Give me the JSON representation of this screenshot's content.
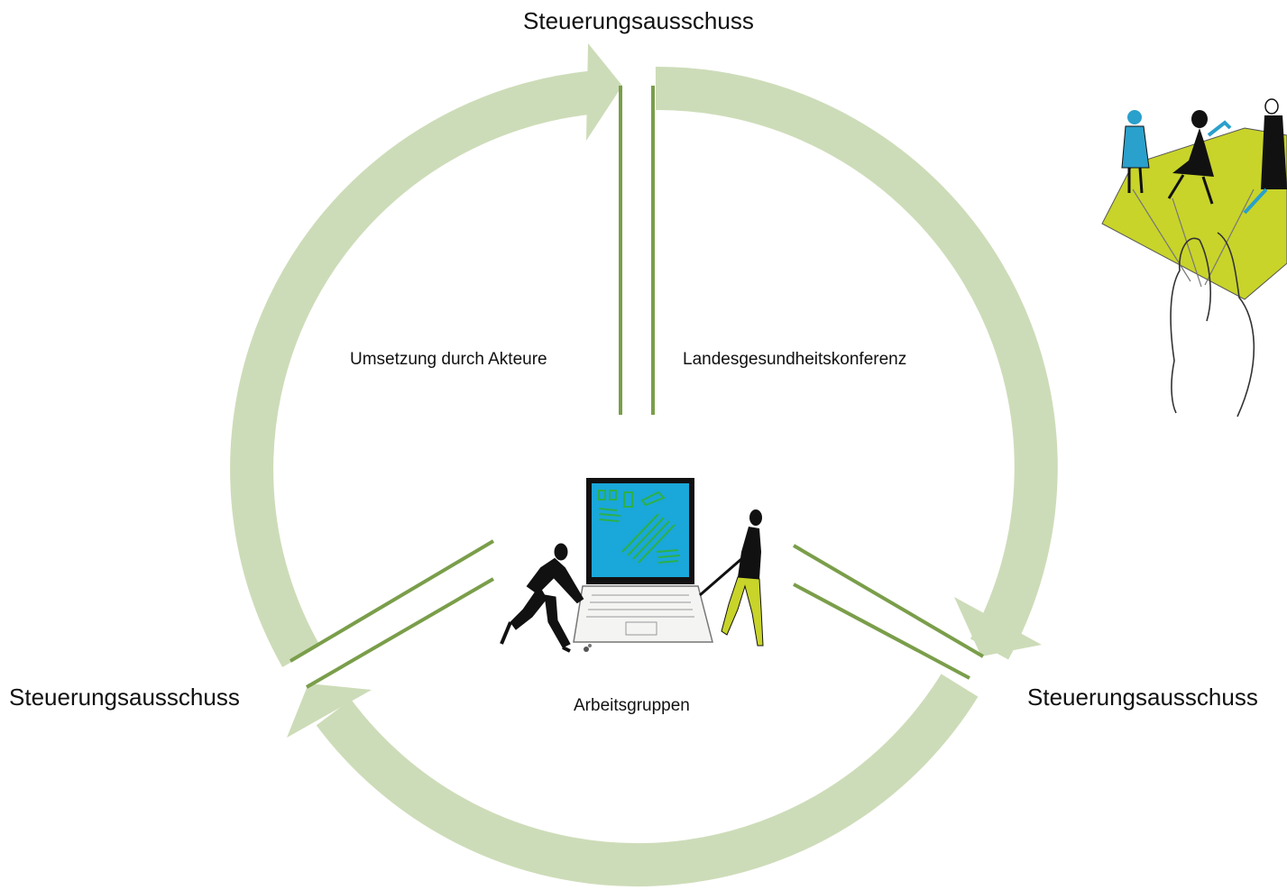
{
  "labels": {
    "top": "Steuerungsausschuss",
    "left": "Steuerungsausschuss",
    "right": "Steuerungsausschuss",
    "umsetzung": "Umsetzung durch Akteure",
    "landes": "Landesgesundheitskonferenz",
    "arbeitsgruppen": "Arbeitsgruppen"
  },
  "colors": {
    "arrow": "#cddcb8",
    "line": "#7a9e4a",
    "screen": "#1aa7d9",
    "screen_marks": "#2bb04a",
    "card": "#c8d42a",
    "coat_blue": "#2aa0cc",
    "pants_yellow": "#c8d42a",
    "figure_dark": "#111111"
  },
  "icons": [
    "laptop-with-people-illustration",
    "hand-holding-card-illustration"
  ]
}
